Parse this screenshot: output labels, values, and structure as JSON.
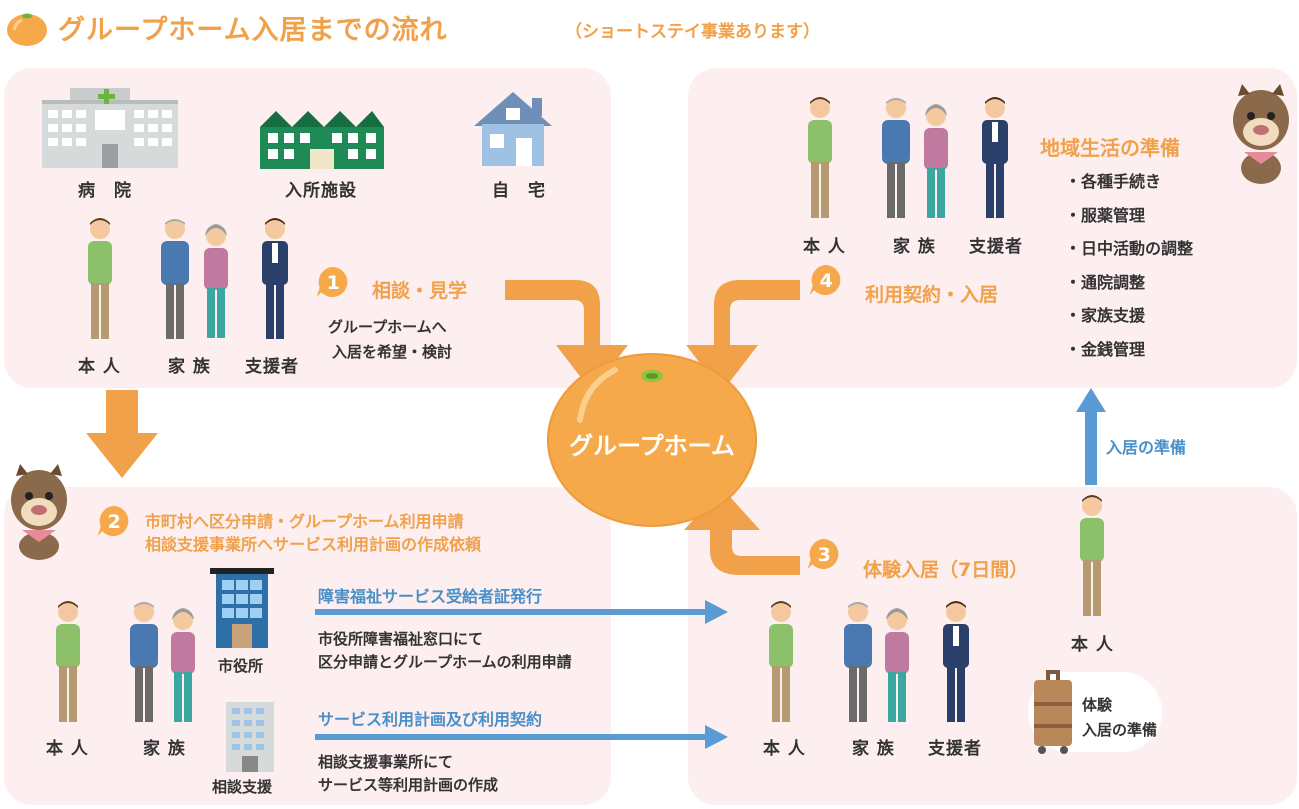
{
  "header": {
    "title": "グループホーム入居までの流れ",
    "subtitle": "（ショートステイ事業あります）"
  },
  "center": {
    "label": "グループホーム"
  },
  "step1": {
    "number": "1",
    "title": "相談・見学",
    "desc_line1": "グループホームへ",
    "desc_line2": "入居を希望・検討",
    "places": [
      "病　院",
      "入所施設",
      "自　宅"
    ],
    "people": [
      "本 人",
      "家 族",
      "支援者"
    ]
  },
  "step2": {
    "number": "2",
    "line1": "市町村へ区分申請・グループホーム利用申請",
    "line2": "相談支援事業所へサービス利用計画の作成依頼",
    "people": [
      "本 人",
      "家 族"
    ],
    "office1_label": "市役所",
    "office2_label": "相談支援",
    "arrow1_label": "障害福祉サービス受給者証発行",
    "arrow1_desc1": "市役所障害福祉窓口にて",
    "arrow1_desc2": "区分申請とグループホームの利用申請",
    "arrow2_label": "サービス利用計画及び利用契約",
    "arrow2_desc1": "相談支援事業所にて",
    "arrow2_desc2": "サービス等利用計画の作成"
  },
  "step3": {
    "number": "3",
    "title": "体験入居（7日間）",
    "people": [
      "本 人",
      "家 族",
      "支援者"
    ],
    "prep_line1": "体験",
    "prep_line2": "入居の準備",
    "single_person": "本 人",
    "up_arrow_label": "入居の準備"
  },
  "step4": {
    "number": "4",
    "title": "利用契約・入居",
    "people": [
      "本 人",
      "家 族",
      "支援者"
    ],
    "heading": "地域生活の準備",
    "items": [
      "・各種手続き",
      "・服薬管理",
      "・日中活動の調整",
      "・通院調整",
      "・家族支援",
      "・金銭管理"
    ]
  },
  "colors": {
    "orange": "#f0a14a",
    "panel": "#fdeef0",
    "blue": "#5b9bd5",
    "mandarin": "#f5a94b"
  }
}
